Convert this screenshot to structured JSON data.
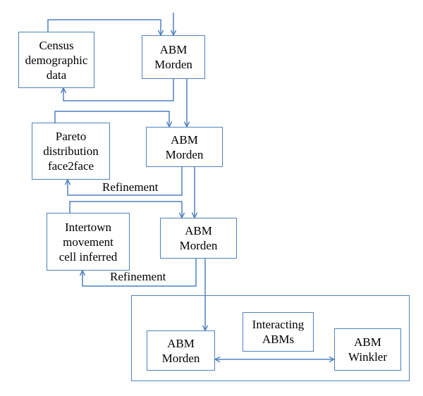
{
  "colors": {
    "line": "#4f81bd",
    "text": "#000000",
    "background": "#ffffff"
  },
  "boxes": {
    "census": "Census\ndemographic\ndata",
    "abm1": "ABM\nMorden",
    "pareto": "Pareto\ndistribution\nface2face",
    "abm2": "ABM\nMorden",
    "intertown": "Intertown\nmovement\ncell inferred",
    "abm3": "ABM\nMorden",
    "interacting": "Interacting\nABMs",
    "abm4": "ABM\nMorden",
    "winkler": "ABM\nWinkler"
  },
  "labels": {
    "refinement1": "Refinement",
    "refinement2": "Refinement"
  }
}
